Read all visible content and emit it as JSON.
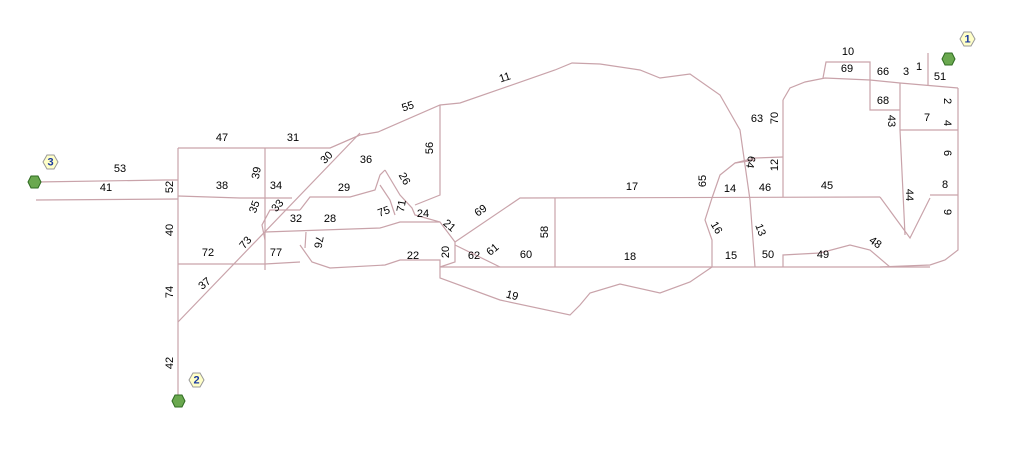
{
  "colors": {
    "road": "#c9a3aa",
    "node": "#6aa84f",
    "badge": "#ffffc8"
  },
  "nodes": [
    {
      "id": "1",
      "icon": "green-hexagon-icon"
    },
    {
      "id": "2",
      "icon": "green-hexagon-icon"
    },
    {
      "id": "3",
      "icon": "green-hexagon-icon"
    }
  ],
  "segments": [
    "1",
    "2",
    "3",
    "4",
    "6",
    "7",
    "8",
    "9",
    "10",
    "11",
    "12",
    "13",
    "14",
    "15",
    "16",
    "17",
    "18",
    "19",
    "20",
    "21",
    "22",
    "24",
    "26",
    "28",
    "29",
    "30",
    "31",
    "32",
    "33",
    "34",
    "35",
    "36",
    "37",
    "38",
    "39",
    "40",
    "41",
    "42",
    "43",
    "44",
    "45",
    "46",
    "47",
    "48",
    "49",
    "50",
    "51",
    "52",
    "53",
    "55",
    "56",
    "58",
    "60",
    "61",
    "62",
    "63",
    "64",
    "65",
    "66",
    "68",
    "69",
    "69",
    "70",
    "71",
    "72",
    "73",
    "74",
    "75",
    "76",
    "77"
  ]
}
